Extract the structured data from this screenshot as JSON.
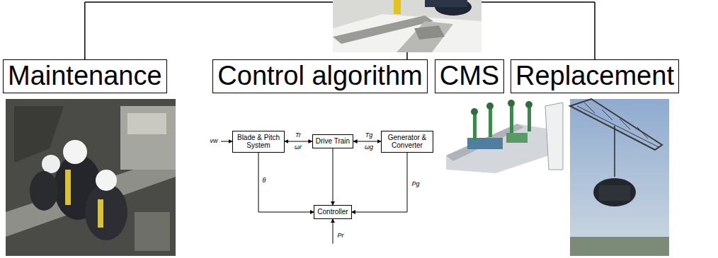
{
  "diagram": {
    "nodes": [
      {
        "text": [
          "Maintenance"
        ]
      },
      {
        "text": [
          "Control algorithm"
        ]
      },
      {
        "text": [
          "CMS"
        ]
      },
      {
        "text": [
          "Replacement"
        ]
      },
      {
        "text": [
          "Blade & Pitch System"
        ]
      },
      {
        "text": [
          "Drive Train"
        ]
      },
      {
        "text": [
          "Generator & Converter"
        ]
      },
      {
        "text": [
          "Controller"
        ]
      }
    ],
    "edges": [
      {
        "from": 4,
        "to": 5,
        "arrow": "both"
      },
      {
        "from": 5,
        "to": 6,
        "arrow": "both"
      },
      {
        "from": 4,
        "to": 7,
        "arrow": "to"
      },
      {
        "from": 5,
        "to": 7,
        "arrow": "to"
      },
      {
        "from": 6,
        "to": 7,
        "arrow": "to"
      }
    ],
    "labels": [
      "vw",
      "Tr",
      "ωr",
      "Tg",
      "ωg",
      "θ",
      "Pg",
      "Pr"
    ]
  }
}
